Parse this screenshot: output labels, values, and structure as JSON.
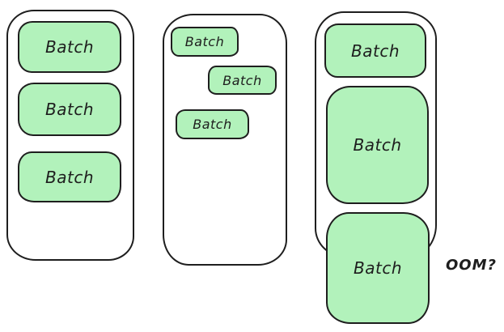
{
  "diagram": {
    "colors": {
      "background": "#ffffff",
      "batch_fill": "#b2f2bb",
      "stroke": "#1e1e1e",
      "text": "#1e1e1e"
    },
    "containers": [
      {
        "id": "container-left",
        "boxes": [
          {
            "label": "Batch"
          },
          {
            "label": "Batch"
          },
          {
            "label": "Batch"
          }
        ]
      },
      {
        "id": "container-middle",
        "boxes": [
          {
            "label": "Batch"
          },
          {
            "label": "Batch"
          },
          {
            "label": "Batch"
          }
        ]
      },
      {
        "id": "container-right",
        "boxes": [
          {
            "label": "Batch"
          },
          {
            "label": "Batch"
          },
          {
            "label": "Batch"
          }
        ]
      }
    ],
    "annotation": {
      "label": "OOM?"
    }
  }
}
